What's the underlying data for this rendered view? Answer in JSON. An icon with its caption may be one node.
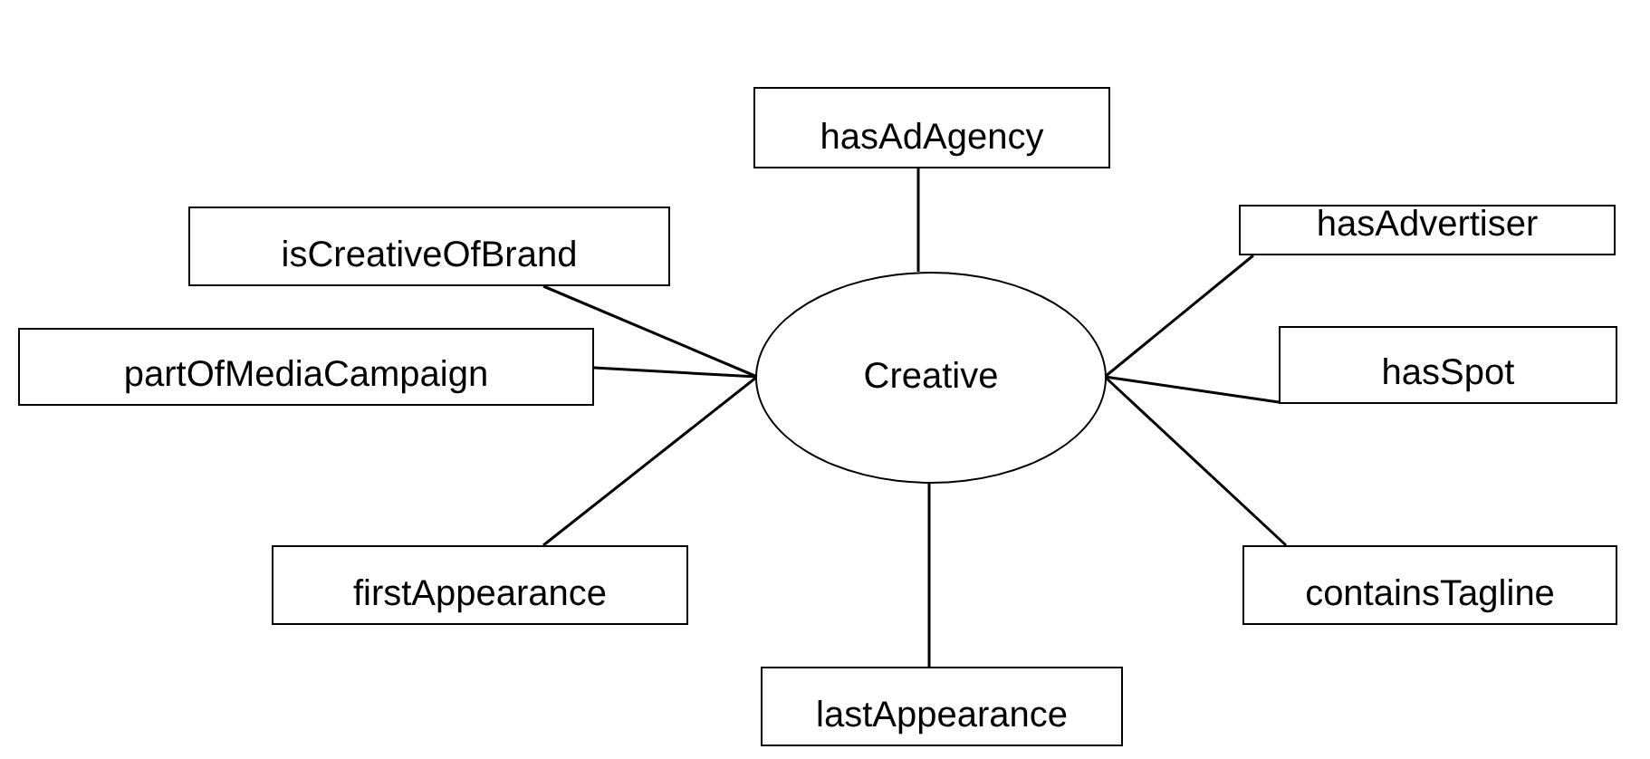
{
  "diagram": {
    "nodes": [
      {
        "text": [
          "Creative"
        ]
      },
      {
        "text": [
          "hasAdAgency"
        ]
      },
      {
        "text": [
          "isCreativeOfBrand"
        ]
      },
      {
        "text": [
          "hasAdvertiser"
        ]
      },
      {
        "text": [
          "partOfMediaCampaign"
        ]
      },
      {
        "text": [
          "hasSpot"
        ]
      },
      {
        "text": [
          "firstAppearance"
        ]
      },
      {
        "text": [
          "containsTagline"
        ]
      },
      {
        "text": [
          "lastAppearance"
        ]
      }
    ],
    "edges": [
      {
        "from": 0,
        "to": 1,
        "arrow": "none"
      },
      {
        "from": 0,
        "to": 2,
        "arrow": "none"
      },
      {
        "from": 0,
        "to": 3,
        "arrow": "none"
      },
      {
        "from": 0,
        "to": 4,
        "arrow": "none"
      },
      {
        "from": 0,
        "to": 5,
        "arrow": "none"
      },
      {
        "from": 0,
        "to": 6,
        "arrow": "none"
      },
      {
        "from": 0,
        "to": 7,
        "arrow": "none"
      },
      {
        "from": 0,
        "to": 8,
        "arrow": "none"
      }
    ]
  }
}
